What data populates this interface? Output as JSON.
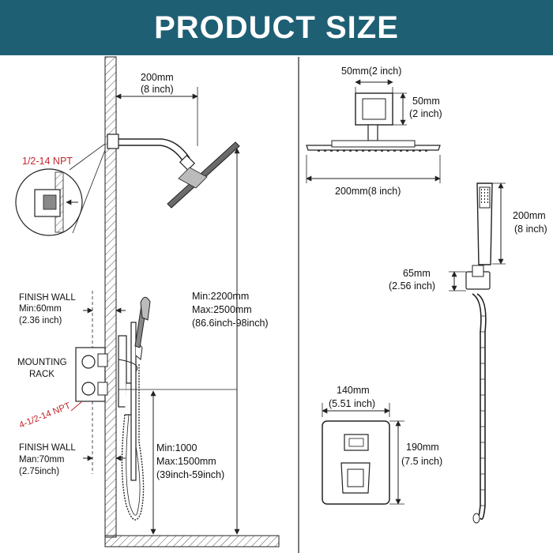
{
  "header": {
    "title": "PRODUCT SIZE"
  },
  "colors": {
    "banner": "#1e5f74",
    "accent_red": "#c0282d",
    "line": "#222222"
  },
  "left_panel": {
    "arm_length": {
      "mm": "200mm",
      "inch": "(8 inch)"
    },
    "thread_top": "1/2-14 NPT",
    "finish_wall_top": {
      "label": "FINISH WALL",
      "min": "Min:60mm",
      "inch": "(2.36 inch)"
    },
    "mounting_rack": {
      "line1": "MOUNTING",
      "line2": "RACK"
    },
    "thread_bottom": "4-1/2-14 NPT",
    "finish_wall_bottom": {
      "label": "FINISH WALL",
      "max": "Man:70mm",
      "inch": "(2.75inch)"
    },
    "shower_height": {
      "min": "Min:2200mm",
      "max": "Max:2500mm",
      "inch": "(86.6inch-98inch)"
    },
    "valve_height": {
      "min": "Min:1000",
      "max": "Max:1500mm",
      "inch": "(39inch-59inch)"
    }
  },
  "right_panel": {
    "mount_width": "50mm(2 inch)",
    "mount_height": {
      "mm": "50mm",
      "inch": "(2 inch)"
    },
    "head_width": "200mm(8 inch)",
    "handheld_length": {
      "mm": "200mm",
      "inch": "(8 inch)"
    },
    "holder_height": {
      "mm": "65mm",
      "inch": "(2.56 inch)"
    },
    "trim_width": {
      "mm": "140mm",
      "inch": "(5.51 inch)"
    },
    "trim_height": {
      "mm": "190mm",
      "inch": "(7.5 inch)"
    }
  }
}
